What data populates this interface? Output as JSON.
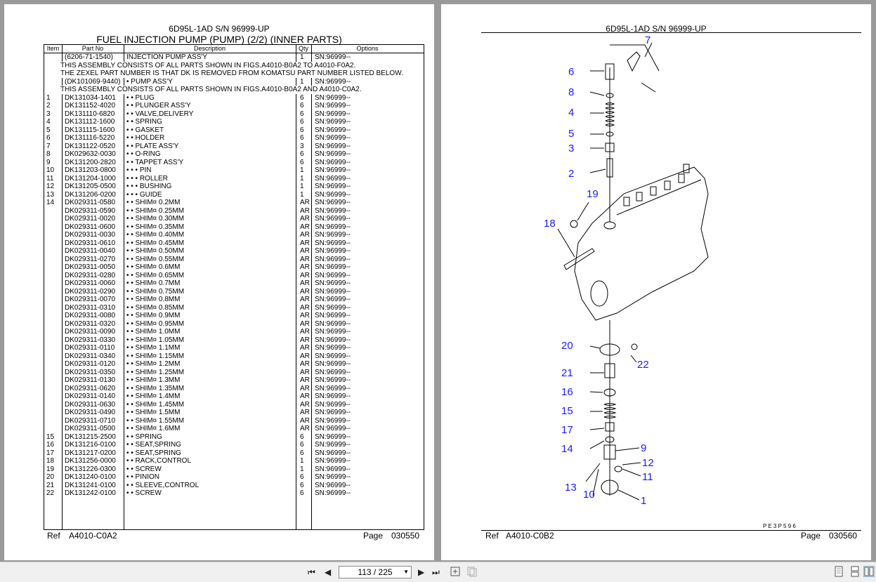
{
  "left_page": {
    "model": "6D95L-1AD S/N 96999-UP",
    "title": "FUEL INJECTION PUMP (PUMP) (2/2) (INNER PARTS)",
    "columns": {
      "item": "Item",
      "part": "Part No",
      "desc": "Description",
      "qty": "Qty",
      "options": "Options"
    },
    "rows": [
      {
        "item": "",
        "part": "(6206-71-1540)",
        "desc": "INJECTION PUMP ASS'Y",
        "qty": "1",
        "opt": "SN:96999--"
      },
      {
        "note": "THIS ASSEMBLY CONSISTS OF ALL PARTS SHOWN IN FIGS.A4010-B0A2 TO A4010-F0A2."
      },
      {
        "note": "THE ZEXEL PART NUMBER IS THAT DK IS REMOVED FROM KOMATSU PART NUMBER LISTED BELOW."
      },
      {
        "item": "",
        "part": "(DK101069-9440)",
        "desc": "• PUMP ASS'Y",
        "qty": "1",
        "opt": "SN:96999--"
      },
      {
        "note": "THIS ASSEMBLY CONSISTS OF ALL PARTS SHOWN IN FIGS.A4010-B0A2 AND A4010-C0A2."
      },
      {
        "item": "1",
        "part": "DK131034-1401",
        "desc": "• • PLUG",
        "qty": "6",
        "opt": "SN:96999--"
      },
      {
        "item": "2",
        "part": "DK131152-4020",
        "desc": "• • PLUNGER ASS'Y",
        "qty": "6",
        "opt": "SN:96999--"
      },
      {
        "item": "3",
        "part": "DK131110-6820",
        "desc": "• • VALVE,DELIVERY",
        "qty": "6",
        "opt": "SN:96999--"
      },
      {
        "item": "4",
        "part": "DK131112-1600",
        "desc": "• • SPRING",
        "qty": "6",
        "opt": "SN:96999--"
      },
      {
        "item": "5",
        "part": "DK131115-1600",
        "desc": "• • GASKET",
        "qty": "6",
        "opt": "SN:96999--"
      },
      {
        "item": "6",
        "part": "DK131116-5220",
        "desc": "• • HOLDER",
        "qty": "6",
        "opt": "SN:96999--"
      },
      {
        "item": "7",
        "part": "DK131122-0520",
        "desc": "• • PLATE ASS'Y",
        "qty": "3",
        "opt": "SN:96999--"
      },
      {
        "item": "8",
        "part": "DK029632-0030",
        "desc": "• • O-RING",
        "qty": "6",
        "opt": "SN:96999--"
      },
      {
        "item": "9",
        "part": "DK131200-2820",
        "desc": "• • TAPPET ASS'Y",
        "qty": "6",
        "opt": "SN:96999--"
      },
      {
        "item": "10",
        "part": "DK131203-0800",
        "desc": "• • • PIN",
        "qty": "1",
        "opt": "SN:96999--"
      },
      {
        "item": "11",
        "part": "DK131204-1000",
        "desc": "• • • ROLLER",
        "qty": "1",
        "opt": "SN:96999--"
      },
      {
        "item": "12",
        "part": "DK131205-0500",
        "desc": "• • • BUSHING",
        "qty": "1",
        "opt": "SN:96999--"
      },
      {
        "item": "13",
        "part": "DK131206-0200",
        "desc": "• • • GUIDE",
        "qty": "1",
        "opt": "SN:96999--"
      },
      {
        "item": "14",
        "part": "DK029311-0580",
        "desc": "• • SHIM¤ 0.2MM",
        "qty": "AR",
        "opt": "SN:96999--"
      },
      {
        "item": "",
        "part": "DK029311-0590",
        "desc": "• • SHIM¤ 0.25MM",
        "qty": "AR",
        "opt": "SN:96999--"
      },
      {
        "item": "",
        "part": "DK029311-0020",
        "desc": "• • SHIM¤ 0.30MM",
        "qty": "AR",
        "opt": "SN:96999--"
      },
      {
        "item": "",
        "part": "DK029311-0600",
        "desc": "• • SHIM¤ 0.35MM",
        "qty": "AR",
        "opt": "SN:96999--"
      },
      {
        "item": "",
        "part": "DK029311-0030",
        "desc": "• • SHIM¤ 0.40MM",
        "qty": "AR",
        "opt": "SN:96999--"
      },
      {
        "item": "",
        "part": "DK029311-0610",
        "desc": "• • SHIM¤ 0.45MM",
        "qty": "AR",
        "opt": "SN:96999--"
      },
      {
        "item": "",
        "part": "DK029311-0040",
        "desc": "• • SHIM¤ 0.50MM",
        "qty": "AR",
        "opt": "SN:96999--"
      },
      {
        "item": "",
        "part": "DK029311-0270",
        "desc": "• • SHIM¤ 0.55MM",
        "qty": "AR",
        "opt": "SN:96999--"
      },
      {
        "item": "",
        "part": "DK029311-0050",
        "desc": "• • SHIM¤ 0.6MM",
        "qty": "AR",
        "opt": "SN:96999--"
      },
      {
        "item": "",
        "part": "DK029311-0280",
        "desc": "• • SHIM¤ 0.65MM",
        "qty": "AR",
        "opt": "SN:96999--"
      },
      {
        "item": "",
        "part": "DK029311-0060",
        "desc": "• • SHIM¤ 0.7MM",
        "qty": "AR",
        "opt": "SN:96999--"
      },
      {
        "item": "",
        "part": "DK029311-0290",
        "desc": "• • SHIM¤ 0.75MM",
        "qty": "AR",
        "opt": "SN:96999--"
      },
      {
        "item": "",
        "part": "DK029311-0070",
        "desc": "• • SHIM¤ 0.8MM",
        "qty": "AR",
        "opt": "SN:96999--"
      },
      {
        "item": "",
        "part": "DK029311-0310",
        "desc": "• • SHIM¤ 0.85MM",
        "qty": "AR",
        "opt": "SN:96999--"
      },
      {
        "item": "",
        "part": "DK029311-0080",
        "desc": "• • SHIM¤ 0.9MM",
        "qty": "AR",
        "opt": "SN:96999--"
      },
      {
        "item": "",
        "part": "DK029311-0320",
        "desc": "• • SHIM¤ 0.95MM",
        "qty": "AR",
        "opt": "SN:96999--"
      },
      {
        "item": "",
        "part": "DK029311-0090",
        "desc": "• • SHIM¤ 1.0MM",
        "qty": "AR",
        "opt": "SN:96999--"
      },
      {
        "item": "",
        "part": "DK029311-0330",
        "desc": "• • SHIM¤ 1.05MM",
        "qty": "AR",
        "opt": "SN:96999--"
      },
      {
        "item": "",
        "part": "DK029311-0110",
        "desc": "• • SHIM¤ 1.1MM",
        "qty": "AR",
        "opt": "SN:96999--"
      },
      {
        "item": "",
        "part": "DK029311-0340",
        "desc": "• • SHIM¤ 1.15MM",
        "qty": "AR",
        "opt": "SN:96999--"
      },
      {
        "item": "",
        "part": "DK029311-0120",
        "desc": "• • SHIM¤ 1.2MM",
        "qty": "AR",
        "opt": "SN:96999--"
      },
      {
        "item": "",
        "part": "DK029311-0350",
        "desc": "• • SHIM¤ 1.25MM",
        "qty": "AR",
        "opt": "SN:96999--"
      },
      {
        "item": "",
        "part": "DK029311-0130",
        "desc": "• • SHIM¤ 1.3MM",
        "qty": "AR",
        "opt": "SN:96999--"
      },
      {
        "item": "",
        "part": "DK029311-0620",
        "desc": "• • SHIM¤ 1.35MM",
        "qty": "AR",
        "opt": "SN:96999--"
      },
      {
        "item": "",
        "part": "DK029311-0140",
        "desc": "• • SHIM¤ 1.4MM",
        "qty": "AR",
        "opt": "SN:96999--"
      },
      {
        "item": "",
        "part": "DK029311-0630",
        "desc": "• • SHIM¤ 1.45MM",
        "qty": "AR",
        "opt": "SN:96999--"
      },
      {
        "item": "",
        "part": "DK029311-0490",
        "desc": "• • SHIM¤ 1.5MM",
        "qty": "AR",
        "opt": "SN:96999--"
      },
      {
        "item": "",
        "part": "DK029311-0710",
        "desc": "• • SHIM¤ 1.55MM",
        "qty": "AR",
        "opt": "SN:96999--"
      },
      {
        "item": "",
        "part": "DK029311-0500",
        "desc": "• • SHIM¤ 1.6MM",
        "qty": "AR",
        "opt": "SN:96999--"
      },
      {
        "item": "15",
        "part": "DK131215-2500",
        "desc": "• • SPRING",
        "qty": "6",
        "opt": "SN:96999--"
      },
      {
        "item": "16",
        "part": "DK131216-0100",
        "desc": "• • SEAT,SPRING",
        "qty": "6",
        "opt": "SN:96999--"
      },
      {
        "item": "17",
        "part": "DK131217-0200",
        "desc": "• • SEAT,SPRING",
        "qty": "6",
        "opt": "SN:96999--"
      },
      {
        "item": "18",
        "part": "DK131256-0000",
        "desc": "• • RACK,CONTROL",
        "qty": "1",
        "opt": "SN:96999--"
      },
      {
        "item": "19",
        "part": "DK131226-0300",
        "desc": "• • SCREW",
        "qty": "1",
        "opt": "SN:96999--"
      },
      {
        "item": "20",
        "part": "DK131240-0100",
        "desc": "• • PINION",
        "qty": "6",
        "opt": "SN:96999--"
      },
      {
        "item": "21",
        "part": "DK131241-0100",
        "desc": "• • SLEEVE,CONTROL",
        "qty": "6",
        "opt": "SN:96999--"
      },
      {
        "item": "22",
        "part": "DK131242-0100",
        "desc": "• • SCREW",
        "qty": "6",
        "opt": "SN:96999--"
      }
    ],
    "footer": {
      "ref_label": "Ref",
      "ref_value": "A4010-C0A2",
      "page_label": "Page",
      "page_value": "030550"
    }
  },
  "right_page": {
    "model": "6D95L-1AD S/N 96999-UP",
    "drawing_code": "P E 3 P 5 9 6",
    "callouts": [
      "7",
      "6",
      "8",
      "4",
      "5",
      "3",
      "2",
      "19",
      "18",
      "20",
      "22",
      "21",
      "16",
      "15",
      "17",
      "14",
      "9",
      "12",
      "11",
      "13",
      "10",
      "1"
    ],
    "footer": {
      "ref_label": "Ref",
      "ref_value": "A4010-C0B2",
      "page_label": "Page",
      "page_value": "030560"
    }
  },
  "toolbar": {
    "page_indicator": "113 / 225",
    "icons": [
      "first-page-icon",
      "prev-page-icon",
      "next-page-icon",
      "last-page-icon",
      "fit-page-icon",
      "fit-width-icon",
      "single-page-view-icon",
      "continuous-view-icon",
      "two-page-view-icon"
    ]
  },
  "colors": {
    "callout": "#1a1aff",
    "background": "#9a9a9a",
    "toolbar": "#f0f0f0"
  }
}
